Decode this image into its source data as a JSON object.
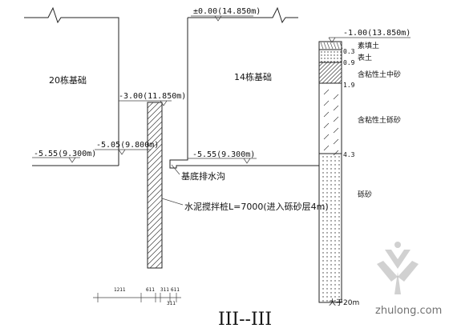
{
  "labels": {
    "building_20": "20栋基础",
    "building_14": "14栋基础",
    "ditch": "基底排水沟",
    "pile": "水泥搅拌桩L=7000(进入砾砂层4m)",
    "section_title": "III--III"
  },
  "elevations": {
    "top_center": "±0.00(14.850m)",
    "top_right": "-1.00(13.850m)",
    "wall_step": "-3.00(11.850m)",
    "pit_mid": "-5.05(9.800m)",
    "pit_left": "-5.55(9.300m)",
    "pit_right": "-5.55(9.300m)"
  },
  "soil_layers": [
    {
      "name": "素填土",
      "depth": "0.3"
    },
    {
      "name": "表土",
      "depth": "0.9"
    },
    {
      "name": "含粘性土中砂",
      "depth": "1.9"
    },
    {
      "name": "含粘性土砾砂",
      "depth": "4.3"
    },
    {
      "name": "砾砂",
      "depth": ""
    }
  ],
  "bottom_note": "大于20m",
  "dimensions": [
    "1211",
    "611",
    "311",
    "611",
    "311"
  ],
  "watermark": {
    "site": "zhulong.com"
  },
  "colors": {
    "line": "#222222",
    "background": "#ffffff"
  }
}
